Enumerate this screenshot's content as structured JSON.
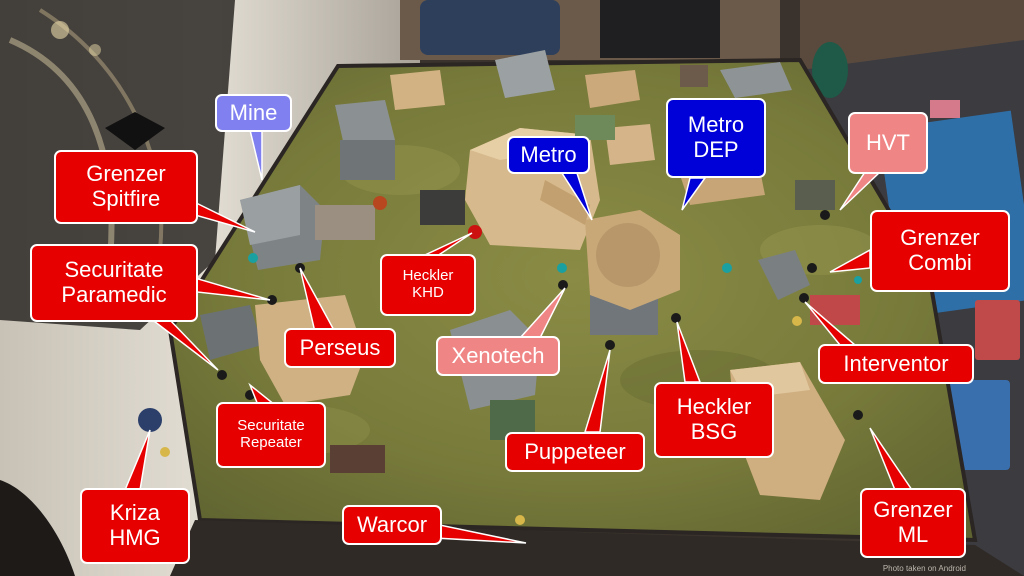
{
  "colors": {
    "enemy_label": "#e60000",
    "objective_label": "#0000d9",
    "target_label": "#f08585",
    "mine_label": "#8080f0",
    "table_mat": "#7c7f3d",
    "wall": "#d7d2c8"
  },
  "labels": [
    {
      "id": "mine",
      "text": "Mine",
      "style": "lav"
    },
    {
      "id": "grenzer-spitfire",
      "text": "Grenzer\nSpitfire",
      "style": "red"
    },
    {
      "id": "securitate-paramedic",
      "text": "Securitate\nParamedic",
      "style": "red"
    },
    {
      "id": "perseus",
      "text": "Perseus",
      "style": "red"
    },
    {
      "id": "securitate-repeater",
      "text": "Securitate\nRepeater",
      "style": "red"
    },
    {
      "id": "kriza-hmg",
      "text": "Kriza\nHMG",
      "style": "red"
    },
    {
      "id": "warcor",
      "text": "Warcor",
      "style": "red"
    },
    {
      "id": "heckler-khd",
      "text": "Heckler\nKHD",
      "style": "red"
    },
    {
      "id": "xenotech",
      "text": "Xenotech",
      "style": "pink"
    },
    {
      "id": "metro",
      "text": "Metro",
      "style": "blue"
    },
    {
      "id": "metro-dep",
      "text": "Metro\nDEP",
      "style": "blue"
    },
    {
      "id": "puppeteer",
      "text": "Puppeteer",
      "style": "red"
    },
    {
      "id": "heckler-bsg",
      "text": "Heckler\nBSG",
      "style": "red"
    },
    {
      "id": "hvt",
      "text": "HVT",
      "style": "pink"
    },
    {
      "id": "grenzer-combi",
      "text": "Grenzer\nCombi",
      "style": "red"
    },
    {
      "id": "interventor",
      "text": "Interventor",
      "style": "red"
    },
    {
      "id": "grenzer-ml",
      "text": "Grenzer\nML",
      "style": "red"
    }
  ],
  "credit": "Photo taken on Android"
}
